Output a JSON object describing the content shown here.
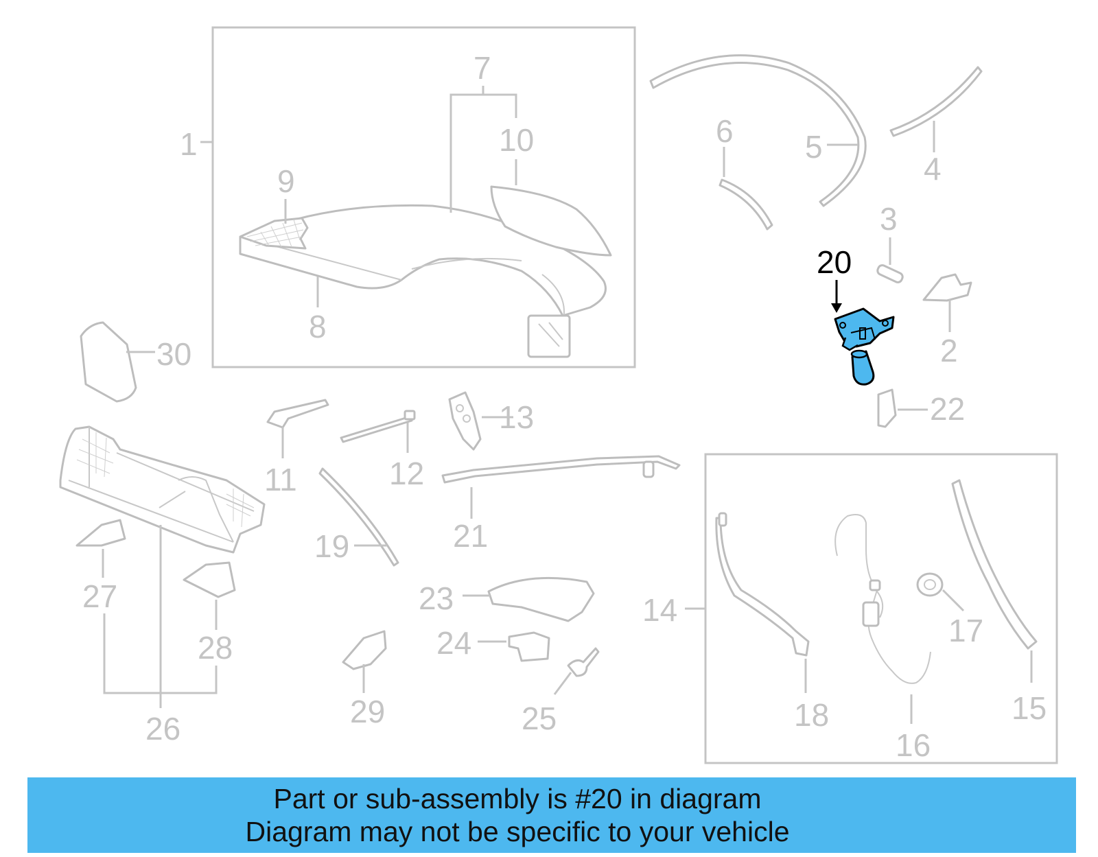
{
  "diagram": {
    "highlight_color": "#4db8ef",
    "highlighted_part": "20",
    "callouts": {
      "p1": "1",
      "p2": "2",
      "p3": "3",
      "p4": "4",
      "p5": "5",
      "p6": "6",
      "p7": "7",
      "p8": "8",
      "p9": "9",
      "p10": "10",
      "p11": "11",
      "p12": "12",
      "p13": "13",
      "p14": "14",
      "p15": "15",
      "p16": "16",
      "p17": "17",
      "p18": "18",
      "p19": "19",
      "p20": "20",
      "p21": "21",
      "p22": "22",
      "p23": "23",
      "p24": "24",
      "p25": "25",
      "p26": "26",
      "p27": "27",
      "p28": "28",
      "p29": "29",
      "p30": "30"
    }
  },
  "banner": {
    "background": "#4db8ef",
    "line1": "Part or sub-assembly is #20 in diagram",
    "line2": "Diagram may not be specific to your vehicle"
  }
}
